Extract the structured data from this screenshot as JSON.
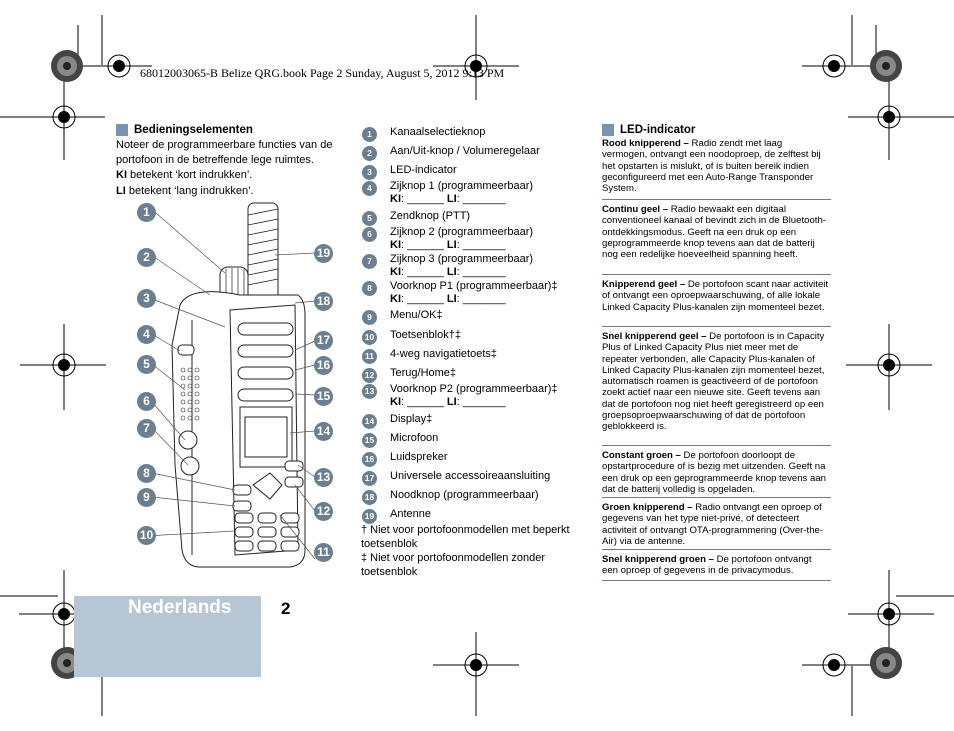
{
  "header": {
    "text": "68012003065-B Belize QRG.book  Page 2  Sunday, August 5, 2012  9:13 PM"
  },
  "controls": {
    "title": "Bedieningselementen",
    "intro_line1": "Noteer de programmeerbare functies van de portofoon in de betreffende lege ruimtes.",
    "kl_abbr": "KI",
    "kl_text": " betekent ‘kort indrukken’.",
    "ll_abbr": "LI",
    "ll_text": " betekent ‘lang indrukken’."
  },
  "items": [
    {
      "n": "1",
      "label": "Kanaalselectieknop"
    },
    {
      "n": "2",
      "label": "Aan/Uit-knop / Volumeregelaar"
    },
    {
      "n": "3",
      "label": "LED-indicator"
    },
    {
      "n": "4",
      "label": "Zijknop 1 (programmeerbaar)"
    },
    {
      "n": "5",
      "label": "Zendknop (PTT)"
    },
    {
      "n": "6",
      "label": "Zijknop 2 (programmeerbaar)"
    },
    {
      "n": "7",
      "label": "Zijknop 3 (programmeerbaar)"
    },
    {
      "n": "8",
      "label": "Voorknop P1 (programmeerbaar)‡"
    },
    {
      "n": "9",
      "label": "Menu/OK‡"
    },
    {
      "n": "10",
      "label": "Toetsenblok†‡"
    },
    {
      "n": "11",
      "label": "4-weg navigatietoets‡"
    },
    {
      "n": "12",
      "label": "Terug/Home‡"
    },
    {
      "n": "13",
      "label": "Voorknop P2 (programmeerbaar)‡"
    },
    {
      "n": "14",
      "label": "Display‡"
    },
    {
      "n": "15",
      "label": "Microfoon"
    },
    {
      "n": "16",
      "label": "Luidspreker"
    },
    {
      "n": "17",
      "label": "Universele accessoireaansluiting"
    },
    {
      "n": "18",
      "label": "Noodknop (programmeerbaar)"
    },
    {
      "n": "19",
      "label": "Antenne"
    }
  ],
  "kl_ll_line": {
    "kl": "KI",
    "ll": "LI",
    "sep": ": ______ ",
    "blank": ": _______"
  },
  "footnotes": {
    "dagger": "† Niet voor portofoonmodellen met beperkt toetsenblok",
    "ddagger": "‡ Niet voor portofoonmodellen zonder toetsenblok"
  },
  "led": {
    "title": "LED-indicator",
    "entries": [
      {
        "term": "Rood knipperend –",
        "text": " Radio zendt met laag vermogen, ontvangt een noodoproep, de zelftest bij het opstarten is mislukt, of is buiten bereik indien geconfigureerd met een Auto-Range Transponder System."
      },
      {
        "term": "Continu geel –",
        "text": " Radio bewaakt een digitaal conventioneel kanaal of bevindt zich in de Bluetooth-ontdekkingsmodus. Geeft na een druk op een geprogrammeerde knop tevens aan dat de batterij nog een redelijke hoeveelheid spanning heeft."
      },
      {
        "term": "Knipperend geel –",
        "text": " De portofoon scant naar activiteit of ontvangt een oproepwaarschuwing, of alle lokale Linked Capacity Plus-kanalen zijn momenteel bezet."
      },
      {
        "term": "Snel knipperend geel –",
        "text": " De portofoon is in Capacity Plus of Linked Capacity Plus niet meer met de repeater verbonden, alle Capacity Plus-kanalen of Linked Capacity Plus-kanalen zijn momenteel bezet, automatisch roamen is geactiveerd of de portofoon zoekt actief naar een nieuwe site. Geeft tevens aan dat de portofoon nog niet heeft geregistreerd op een groepsoproepwaarschuwing of dat de portofoon geblokkeerd is."
      },
      {
        "term": "Constant groen –",
        "text": " De portofoon doorloopt de opstartprocedure of is bezig met uitzenden. Geeft na een druk op een geprogrammeerde knop tevens aan dat de batterij volledig is opgeladen."
      },
      {
        "term": "Groen knipperend –",
        "text": " Radio ontvangt een oproep of gegevens van het type niet-privé, of detecteert activiteit of ontvangt OTA-programmering (Over-the-Air) via de antenne."
      },
      {
        "term": "Snel knipperend groen –",
        "text": " De portofoon ontvangt een oproep of gegevens in de privacymodus."
      }
    ]
  },
  "footer": {
    "language": "Nederlands",
    "page": "2"
  },
  "colors": {
    "accent": "#6c7f91",
    "square": "#7a94ae",
    "footer_box": "#b6c6d4"
  }
}
